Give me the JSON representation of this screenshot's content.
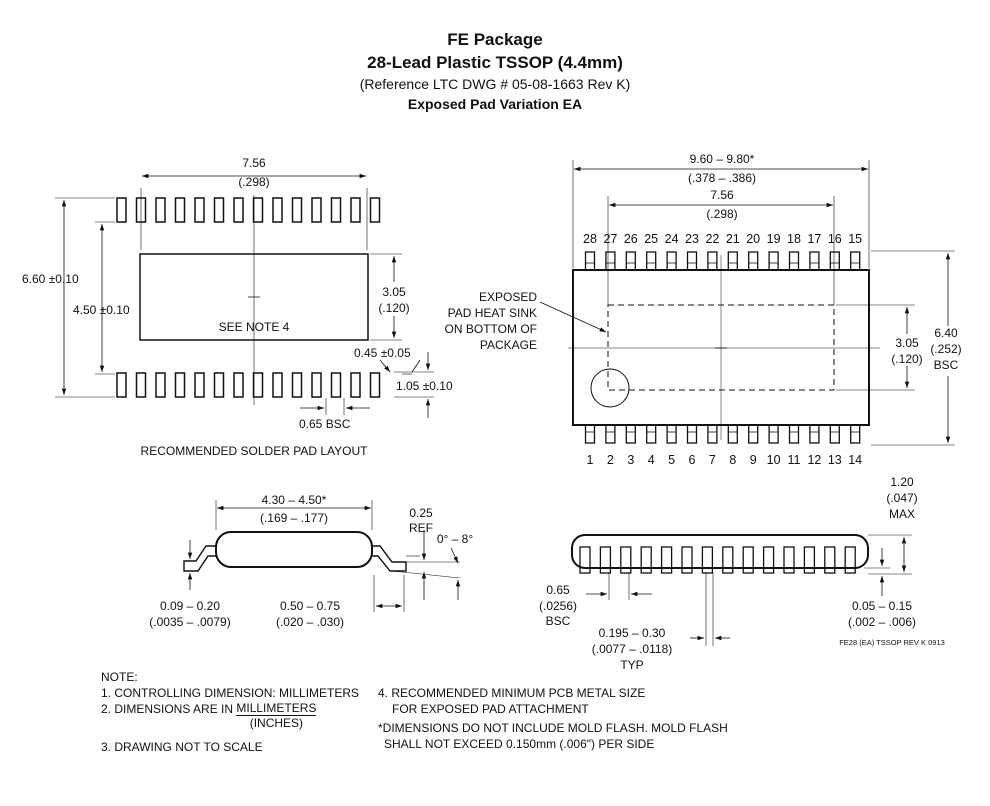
{
  "header": {
    "title": "FE Package",
    "subtitle": "28-Lead Plastic TSSOP (4.4mm)",
    "reference": "(Reference LTC DWG # 05-08-1663 Rev K)",
    "variation": "Exposed Pad Variation EA"
  },
  "solder_layout": {
    "caption": "RECOMMENDED SOLDER PAD LAYOUT",
    "pad_note": "SEE NOTE 4",
    "pad_count_per_row": 14,
    "dims": {
      "width_mm": "7.56",
      "width_in": "(.298)",
      "height_mm": "6.60 ±0.10",
      "inner_mm": "4.50 ±0.10",
      "pad_mm": "3.05",
      "pad_in": "(.120)",
      "lead_w": "0.45 ±0.05",
      "lead_len": "1.05 ±0.10",
      "pitch": "0.65 BSC"
    }
  },
  "top_view": {
    "top_pins": [
      "28",
      "27",
      "26",
      "25",
      "24",
      "23",
      "22",
      "21",
      "20",
      "19",
      "18",
      "17",
      "16",
      "15"
    ],
    "bottom_pins": [
      "1",
      "2",
      "3",
      "4",
      "5",
      "6",
      "7",
      "8",
      "9",
      "10",
      "11",
      "12",
      "13",
      "14"
    ],
    "exposed_label": [
      "EXPOSED",
      "PAD HEAT SINK",
      "ON BOTTOM OF",
      "PACKAGE"
    ],
    "dims": {
      "length_mm": "9.60 – 9.80*",
      "length_in": "(.378 – .386)",
      "pad_len_mm": "7.56",
      "pad_len_in": "(.298)",
      "pad_w_mm": "3.05",
      "pad_w_in": "(.120)",
      "width_mm": "6.40",
      "width_in": "(.252)",
      "width_bsc": "BSC"
    }
  },
  "side_view": {
    "dims": {
      "body_w_mm": "4.30 – 4.50*",
      "body_w_in": "(.169 – .177)",
      "ref_mm": "0.25",
      "ref_label": "REF",
      "angle": "0° – 8°",
      "lead_t_mm": "0.09 – 0.20",
      "lead_t_in": "(.0035 – .0079)",
      "foot_mm": "0.50 – 0.75",
      "foot_in": "(.020 – .030)"
    }
  },
  "end_view": {
    "dims": {
      "height_mm": "1.20",
      "height_in": "(.047)",
      "height_max": "MAX",
      "pitch_mm": "0.65",
      "pitch_in": "(.0256)",
      "pitch_bsc": "BSC",
      "lead_w_mm": "0.195 – 0.30",
      "lead_w_in": "(.0077 – .0118)",
      "lead_typ": "TYP",
      "standoff_mm": "0.05 – 0.15",
      "standoff_in": "(.002 – .006)"
    },
    "drawing_code": "FE28 (EA) TSSOP REV K 0913"
  },
  "notes": {
    "heading": "NOTE:",
    "n1": "1. CONTROLLING DIMENSION: MILLIMETERS",
    "n2_prefix": "2. DIMENSIONS ARE IN",
    "n2_num": "MILLIMETERS",
    "n2_den": "(INCHES)",
    "n3": "3. DRAWING NOT TO SCALE",
    "n4_line1": "4. RECOMMENDED MINIMUM PCB METAL SIZE",
    "n4_line2": "FOR EXPOSED PAD ATTACHMENT",
    "n5_line1": "*DIMENSIONS DO NOT INCLUDE MOLD FLASH. MOLD FLASH",
    "n5_line2": "SHALL NOT EXCEED 0.150mm (.006\") PER SIDE"
  }
}
